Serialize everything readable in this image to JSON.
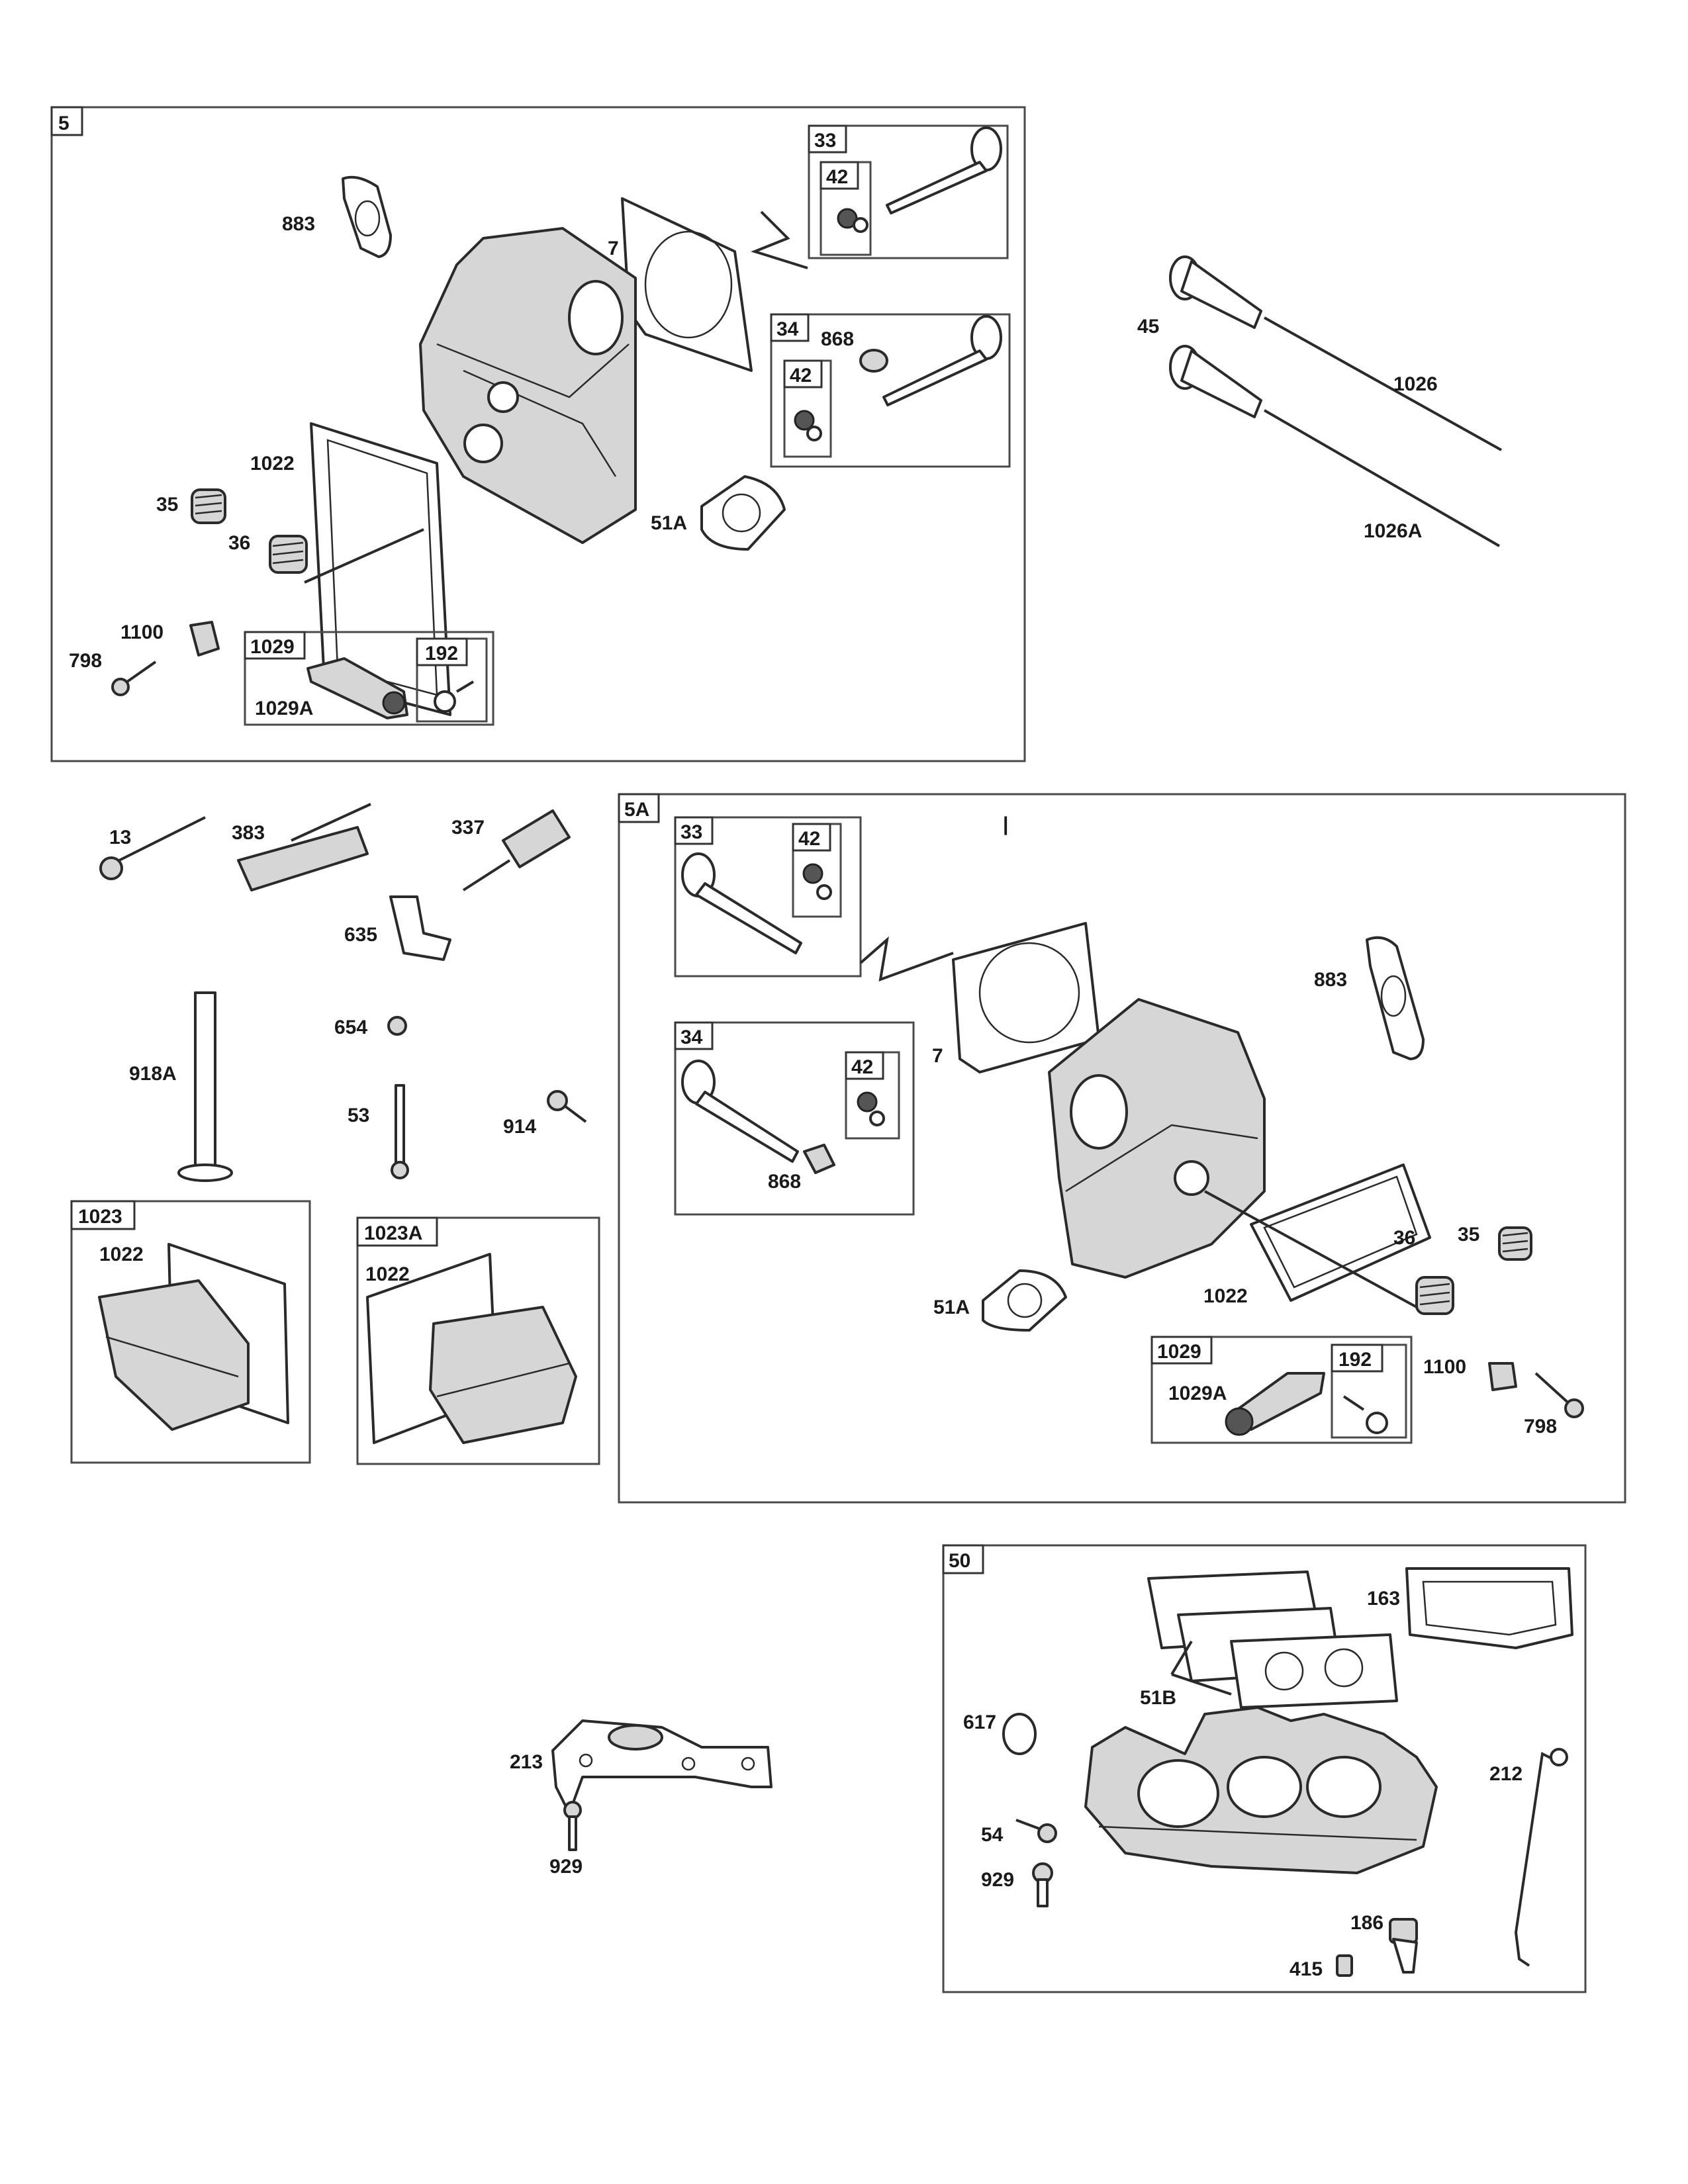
{
  "sections": {
    "s5": "5",
    "s5A": "5A",
    "s50": "50",
    "s1023": "1023",
    "s1023A": "1023A"
  },
  "subs": {
    "a33": "33",
    "a42a": "42",
    "a34": "34",
    "a42b": "42",
    "a1029": "1029",
    "a192": "192",
    "b33": "33",
    "b42a": "42",
    "b34": "34",
    "b42b": "42",
    "b1029": "1029",
    "b192": "192"
  },
  "labels": {
    "l883a": "883",
    "l7a": "7",
    "l868a": "868",
    "l1022a": "1022",
    "l35a": "35",
    "l36a": "36",
    "l51Aa": "51A",
    "l1100a": "1100",
    "l798a": "798",
    "l1029Aa": "1029A",
    "l45": "45",
    "l1026": "1026",
    "l1026A": "1026A",
    "l13": "13",
    "l383": "383",
    "l337": "337",
    "l635": "635",
    "l918A": "918A",
    "l654": "654",
    "l53": "53",
    "l914": "914",
    "l1022b": "1022",
    "l1022c": "1022",
    "l883b": "883",
    "l7b": "7",
    "l868b": "868",
    "l36b": "36",
    "l35b": "35",
    "l1022d": "1022",
    "l51Ab": "51A",
    "l1029Ab": "1029A",
    "l1100b": "1100",
    "l798b": "798",
    "l213": "213",
    "l929a": "929",
    "l163": "163",
    "l51B": "51B",
    "l617": "617",
    "l212": "212",
    "l54": "54",
    "l929b": "929",
    "l186": "186",
    "l415": "415"
  },
  "marks": {
    "tick": "|"
  }
}
